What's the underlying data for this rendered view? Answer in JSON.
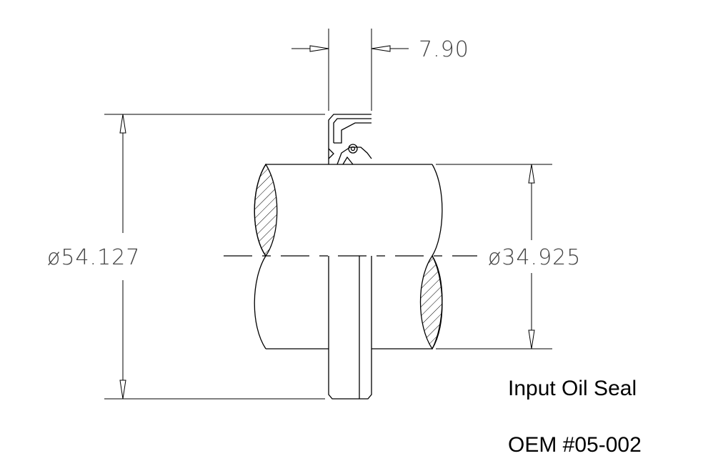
{
  "dimensions": {
    "seal_width": "7.90",
    "outer_diameter": "ø54.127",
    "shaft_diameter": "ø34.925"
  },
  "caption": {
    "part_name": "Input Oil Seal",
    "oem_number": "OEM #05-002"
  }
}
